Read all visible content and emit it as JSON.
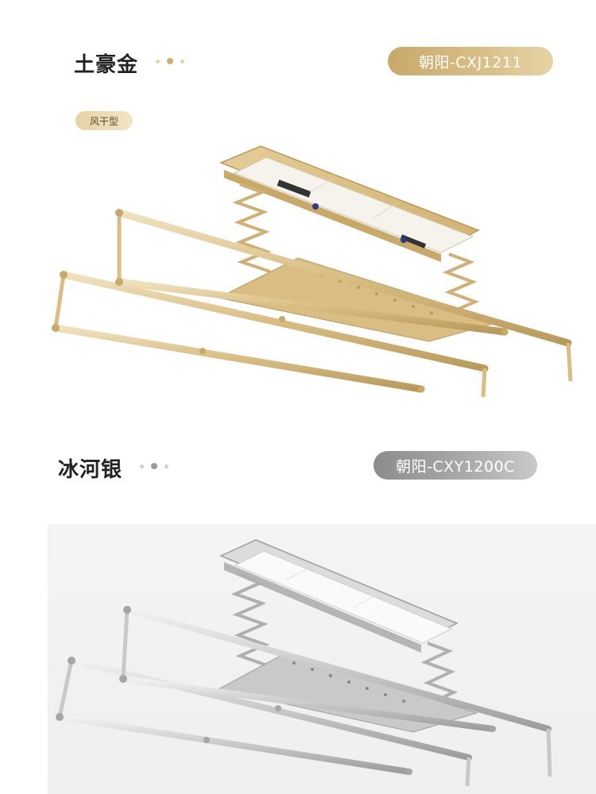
{
  "products": [
    {
      "name": "土豪金",
      "model": "朝阳-CXJ1211",
      "tag": "风干型",
      "colors": {
        "frame": "#d9bd82",
        "frame_dark": "#b99a5c",
        "frame_light": "#f0e2bf",
        "pill": "#d4b77c",
        "dot_active": "#cbb07a",
        "dot_inactive": "#e2d3ae"
      },
      "icons": [
        "dots-indicator-icon",
        "drying-rack-image"
      ]
    },
    {
      "name": "冰河银",
      "model": "朝阳-CXY1200C",
      "colors": {
        "frame": "#c9c9c9",
        "frame_dark": "#9d9d9d",
        "frame_light": "#ececec",
        "pill": "#a5a5a5",
        "dot_active": "#9a9a9a",
        "dot_inactive": "#d0d0d0"
      },
      "icons": [
        "dots-indicator-icon",
        "drying-rack-image"
      ]
    }
  ]
}
